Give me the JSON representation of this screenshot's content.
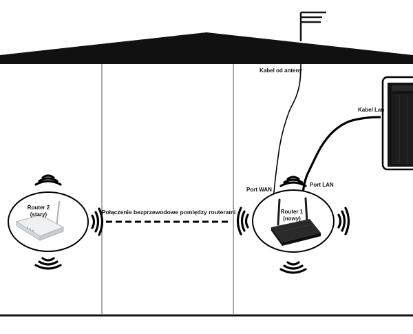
{
  "colors": {
    "roof": "#111111",
    "lines": "#000000",
    "router_black": "#1c1c1c",
    "router_white": "#e6e8ea",
    "router_blue": "#4aa3d8",
    "pc_case": "#141414",
    "background": "#ffffff"
  },
  "icons": [
    "antenna-mast-icon",
    "wifi-signal-icon",
    "router-icon",
    "computer-tower-icon"
  ],
  "labels": {
    "antenna_cable": "Kabel od anteny",
    "lan_cable": "Kabel Lan",
    "port_wan": "Port WAN",
    "port_lan": "Port LAN",
    "wireless_link": "Połączenie bezprzewodowe pomiędzy routerami",
    "router1_name": "Router 1",
    "router1_note": "(nowy)",
    "router2_name": "Router 2",
    "router2_note": "(stary)"
  }
}
